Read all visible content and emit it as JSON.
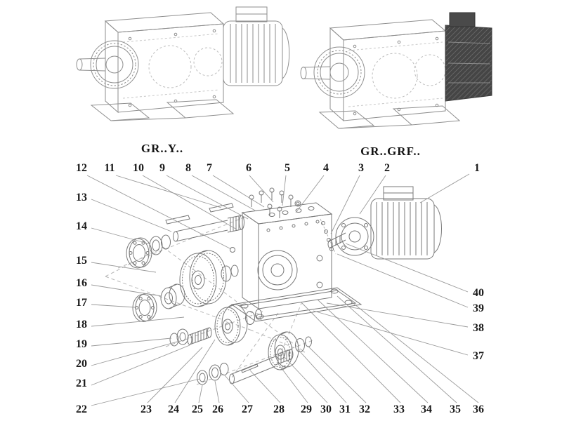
{
  "titles": {
    "left_model": "GR..Y..",
    "right_model": "GR..GRF.."
  },
  "callouts": {
    "1": "1",
    "2": "2",
    "3": "3",
    "4": "4",
    "5": "5",
    "6": "6",
    "7": "7",
    "8": "8",
    "9": "9",
    "10": "10",
    "11": "11",
    "12": "12",
    "13": "13",
    "14": "14",
    "15": "15",
    "16": "16",
    "17": "17",
    "18": "18",
    "19": "19",
    "20": "20",
    "21": "21",
    "22": "22",
    "23": "23",
    "24": "24",
    "25": "25",
    "26": "26",
    "27": "27",
    "28": "28",
    "29": "29",
    "30": "30",
    "31": "31",
    "32": "32",
    "33": "33",
    "34": "34",
    "35": "35",
    "36": "36",
    "37": "37",
    "38": "38",
    "39": "39",
    "40": "40"
  },
  "colors": {
    "drawing_line": "#8e8e8e",
    "leader_line": "#9a9a9a",
    "text": "#1a1a1a",
    "fan_cover_dark": "#454545",
    "background": "#ffffff"
  }
}
